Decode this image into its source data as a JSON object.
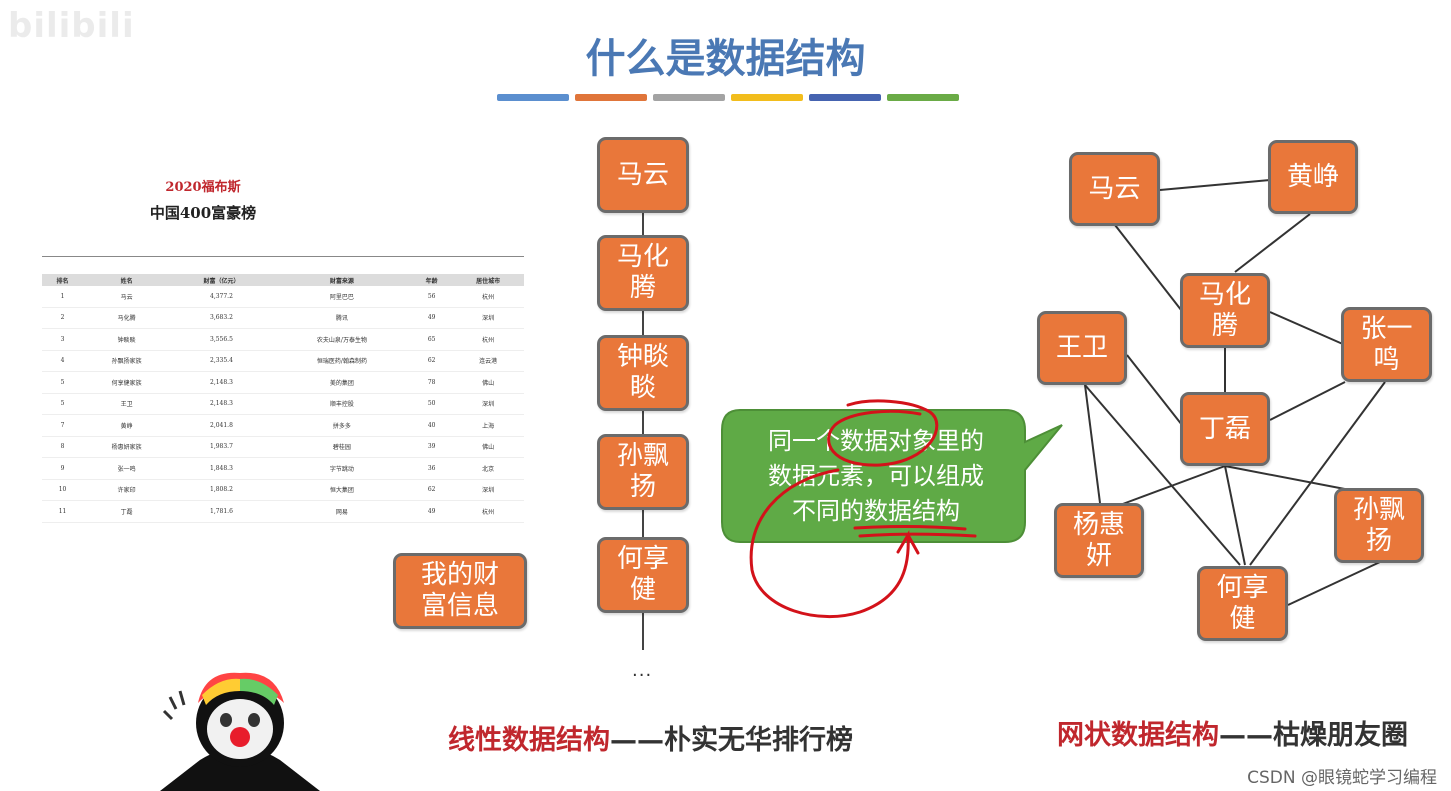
{
  "watermark": "bilibili",
  "title": "什么是数据结构",
  "color_strip": [
    "#5b8fcf",
    "#e0753a",
    "#a3a3a3",
    "#f2bd1c",
    "#4563b0",
    "#6aab46"
  ],
  "document": {
    "year_label": "2020福布斯",
    "title": "中国400富豪榜",
    "headers": [
      "排名",
      "姓名",
      "财富（亿元）",
      "财富来源",
      "年龄",
      "居住城市"
    ],
    "rows": [
      [
        "1",
        "马云",
        "4,377.2",
        "阿里巴巴",
        "56",
        "杭州"
      ],
      [
        "2",
        "马化腾",
        "3,683.2",
        "腾讯",
        "49",
        "深圳"
      ],
      [
        "3",
        "钟睒睒",
        "3,556.5",
        "农夫山泉/万泰生物",
        "65",
        "杭州"
      ],
      [
        "4",
        "孙飘扬家族",
        "2,335.4",
        "恒瑞医药/翰森制药",
        "62",
        "连云港"
      ],
      [
        "5",
        "何享健家族",
        "2,148.3",
        "美的集团",
        "78",
        "佛山"
      ],
      [
        "5",
        "王卫",
        "2,148.3",
        "顺丰控股",
        "50",
        "深圳"
      ],
      [
        "7",
        "黄峥",
        "2,041.8",
        "拼多多",
        "40",
        "上海"
      ],
      [
        "8",
        "杨惠妍家族",
        "1,983.7",
        "碧桂园",
        "39",
        "佛山"
      ],
      [
        "9",
        "张一鸣",
        "1,848.3",
        "字节跳动",
        "36",
        "北京"
      ],
      [
        "10",
        "许家印",
        "1,808.2",
        "恒大集团",
        "62",
        "深圳"
      ],
      [
        "11",
        "丁磊",
        "1,781.6",
        "网易",
        "49",
        "杭州"
      ]
    ]
  },
  "my_wealth_label": "我的财富信息",
  "linear_nodes": [
    "马云",
    "马化腾",
    "钟睒睒",
    "孙飘扬",
    "何享健"
  ],
  "ellipsis": "...",
  "bubble": {
    "line1": "同一个数据对象里的",
    "line2": "数据元素，可以组成",
    "line3": "不同的数据结构"
  },
  "network_nodes": {
    "mayun": "马云",
    "huangzheng": "黄峥",
    "mahuateng": "马化腾",
    "wangwei": "王卫",
    "zhangyiming": "张一鸣",
    "dinglei": "丁磊",
    "yanghuiyan": "杨惠妍",
    "sunpiaoyang": "孙飘扬",
    "hexiangjian": "何享健"
  },
  "caption_linear": {
    "highlight": "线性数据结构",
    "rest": "——朴实无华排行榜"
  },
  "caption_network": {
    "highlight": "网状数据结构",
    "rest": "——枯燥朋友圈"
  },
  "credit": "CSDN @眼镜蛇学习编程",
  "colors": {
    "node_fill": "#e9773a",
    "node_border": "#6b6b6b",
    "bubble_fill": "#5faa46",
    "annotation_red": "#d3121a",
    "title_blue": "#4a78b4"
  }
}
